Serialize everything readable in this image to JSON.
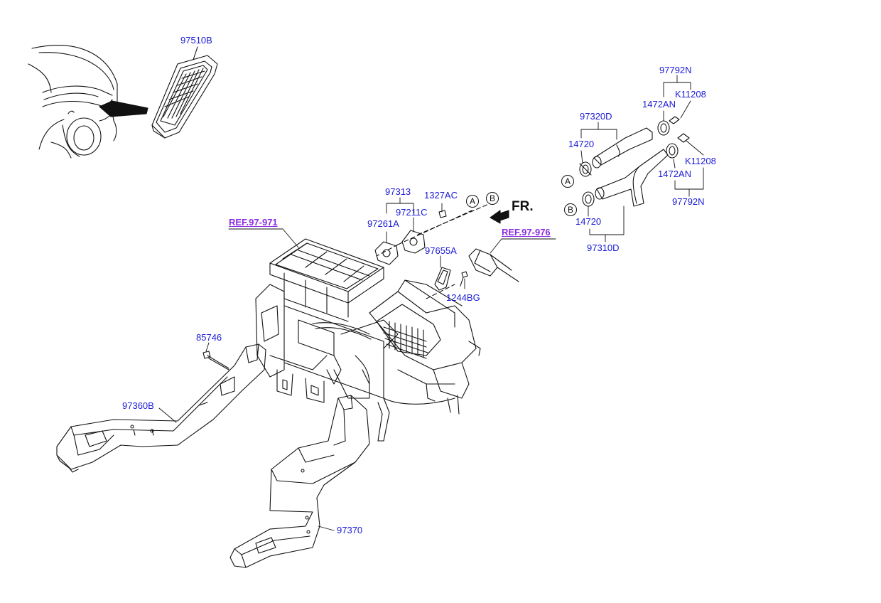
{
  "labels": {
    "p97510B": "97510B",
    "p97792N_top": "97792N",
    "pK11208_top": "K11208",
    "p1472AN_top": "1472AN",
    "p97320D": "97320D",
    "p14720_top": "14720",
    "pK11208_bot": "K11208",
    "p1472AN_bot": "1472AN",
    "p97792N_bot": "97792N",
    "p14720_bot": "14720",
    "p97310D": "97310D",
    "p97313": "97313",
    "p1327AC": "1327AC",
    "p97211C": "97211C",
    "p97261A": "97261A",
    "p97655A": "97655A",
    "p1244BG": "1244BG",
    "p85746": "85746",
    "p97360B": "97360B",
    "p97370": "97370"
  },
  "refs": {
    "ref_971": "REF.97-971",
    "ref_976": "REF.97-976"
  },
  "markers": {
    "a": "A",
    "b": "B"
  },
  "front_label": "FR.",
  "colors": {
    "part_number": "#1a1ad6",
    "reference": "#8a2be2",
    "linework": "#111111"
  },
  "icons": {
    "front_arrow": "arrow-icon"
  }
}
